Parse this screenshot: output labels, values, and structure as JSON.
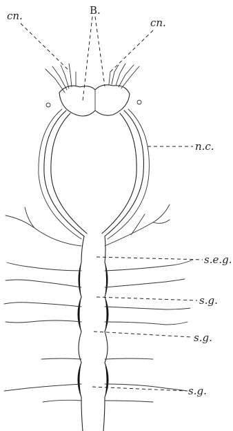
{
  "labels": {
    "cn_left": "cn.",
    "brain": "B.",
    "cn_right": "cn.",
    "nerve_cord_connective": "n.c.",
    "subesophageal_ganglion": "s.e.g.",
    "segmental_ganglion_1": "s.g.",
    "segmental_ganglion_2": "s.g.",
    "segmental_ganglion_3": "s.g."
  },
  "colors": {
    "ink": "#222222",
    "paper": "#ffffff"
  }
}
